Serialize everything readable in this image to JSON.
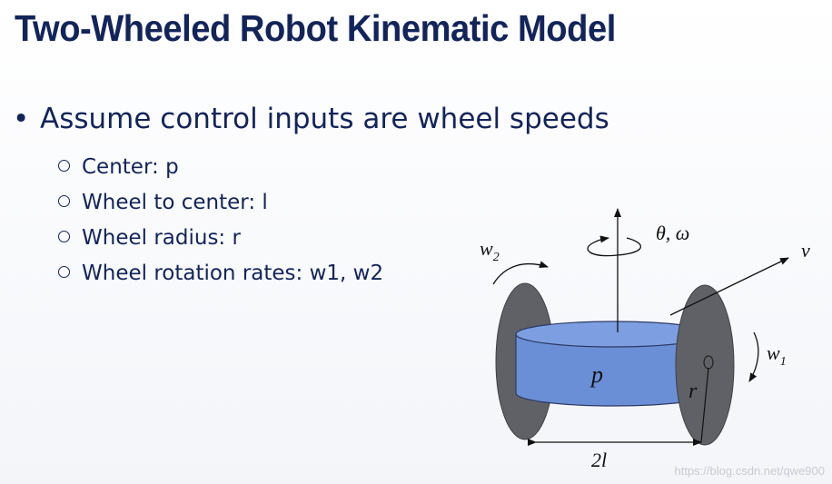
{
  "slide": {
    "title": "Two-Wheeled Robot Kinematic Model",
    "bullet": "Assume control inputs are wheel speeds",
    "subitems": [
      "Center: p",
      "Wheel to center: l",
      "Wheel radius: r",
      "Wheel rotation rates: w1, w2"
    ]
  },
  "diagram": {
    "labels": {
      "w2": "w",
      "w2_sub": "2",
      "w1": "w",
      "w1_sub": "1",
      "theta_omega": "θ, ω",
      "v": "v",
      "p": "p",
      "r": "r",
      "width": "2l"
    },
    "colors": {
      "body": "#6b8fd6",
      "body_top": "#7d9fe2",
      "wheel": "#5f6167",
      "text": "#13245a"
    }
  },
  "watermark": "https://blog.csdn.net/qwe900"
}
